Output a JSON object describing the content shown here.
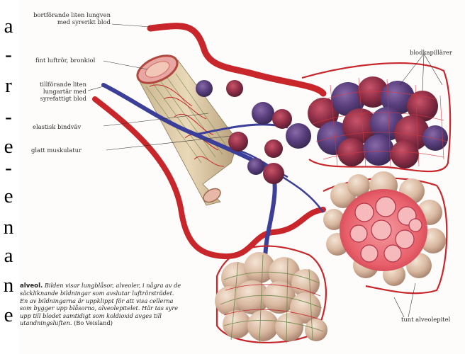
{
  "sidebar_strip": {
    "characters": [
      "a",
      "-",
      "r",
      "-",
      "e",
      "-",
      "e",
      "n",
      "a",
      "n",
      "e"
    ]
  },
  "labels": {
    "outgoing_vein": "bortförande liten lungven\nmed syrerikt blod",
    "bronchiole": "fint luftrör, bronkiol",
    "incoming_artery": "tillförande liten\nlungartär med\nsyrefattigt blod",
    "elastic_tissue": "elastisk bindväv",
    "smooth_muscle": "glatt muskulatur",
    "capillaries": "blodkapillärer",
    "alveolar_epithelium": "tunt alveolepitel"
  },
  "caption": {
    "heading": "alveol.",
    "body": "Bilden visar lungblåsor, alveoler, i några av de säckliknande bildningar som avslutar luftrörsträdet. En av bildningarna är uppklippt för att visa cellerna som bygger upp blåsorna, alveolepitelet. Här tas syre upp till blodet samtidigt som koldioxid avges till utandningsluften.",
    "credit": "(Bo Veisland)"
  },
  "colors": {
    "vessel_red": "#c8262b",
    "vein_blue": "#3b3f9a",
    "alveolus_tan": "#d9b8a0",
    "opened_alveolus": "#e8606a",
    "muscle_green": "#8a9a5a"
  }
}
